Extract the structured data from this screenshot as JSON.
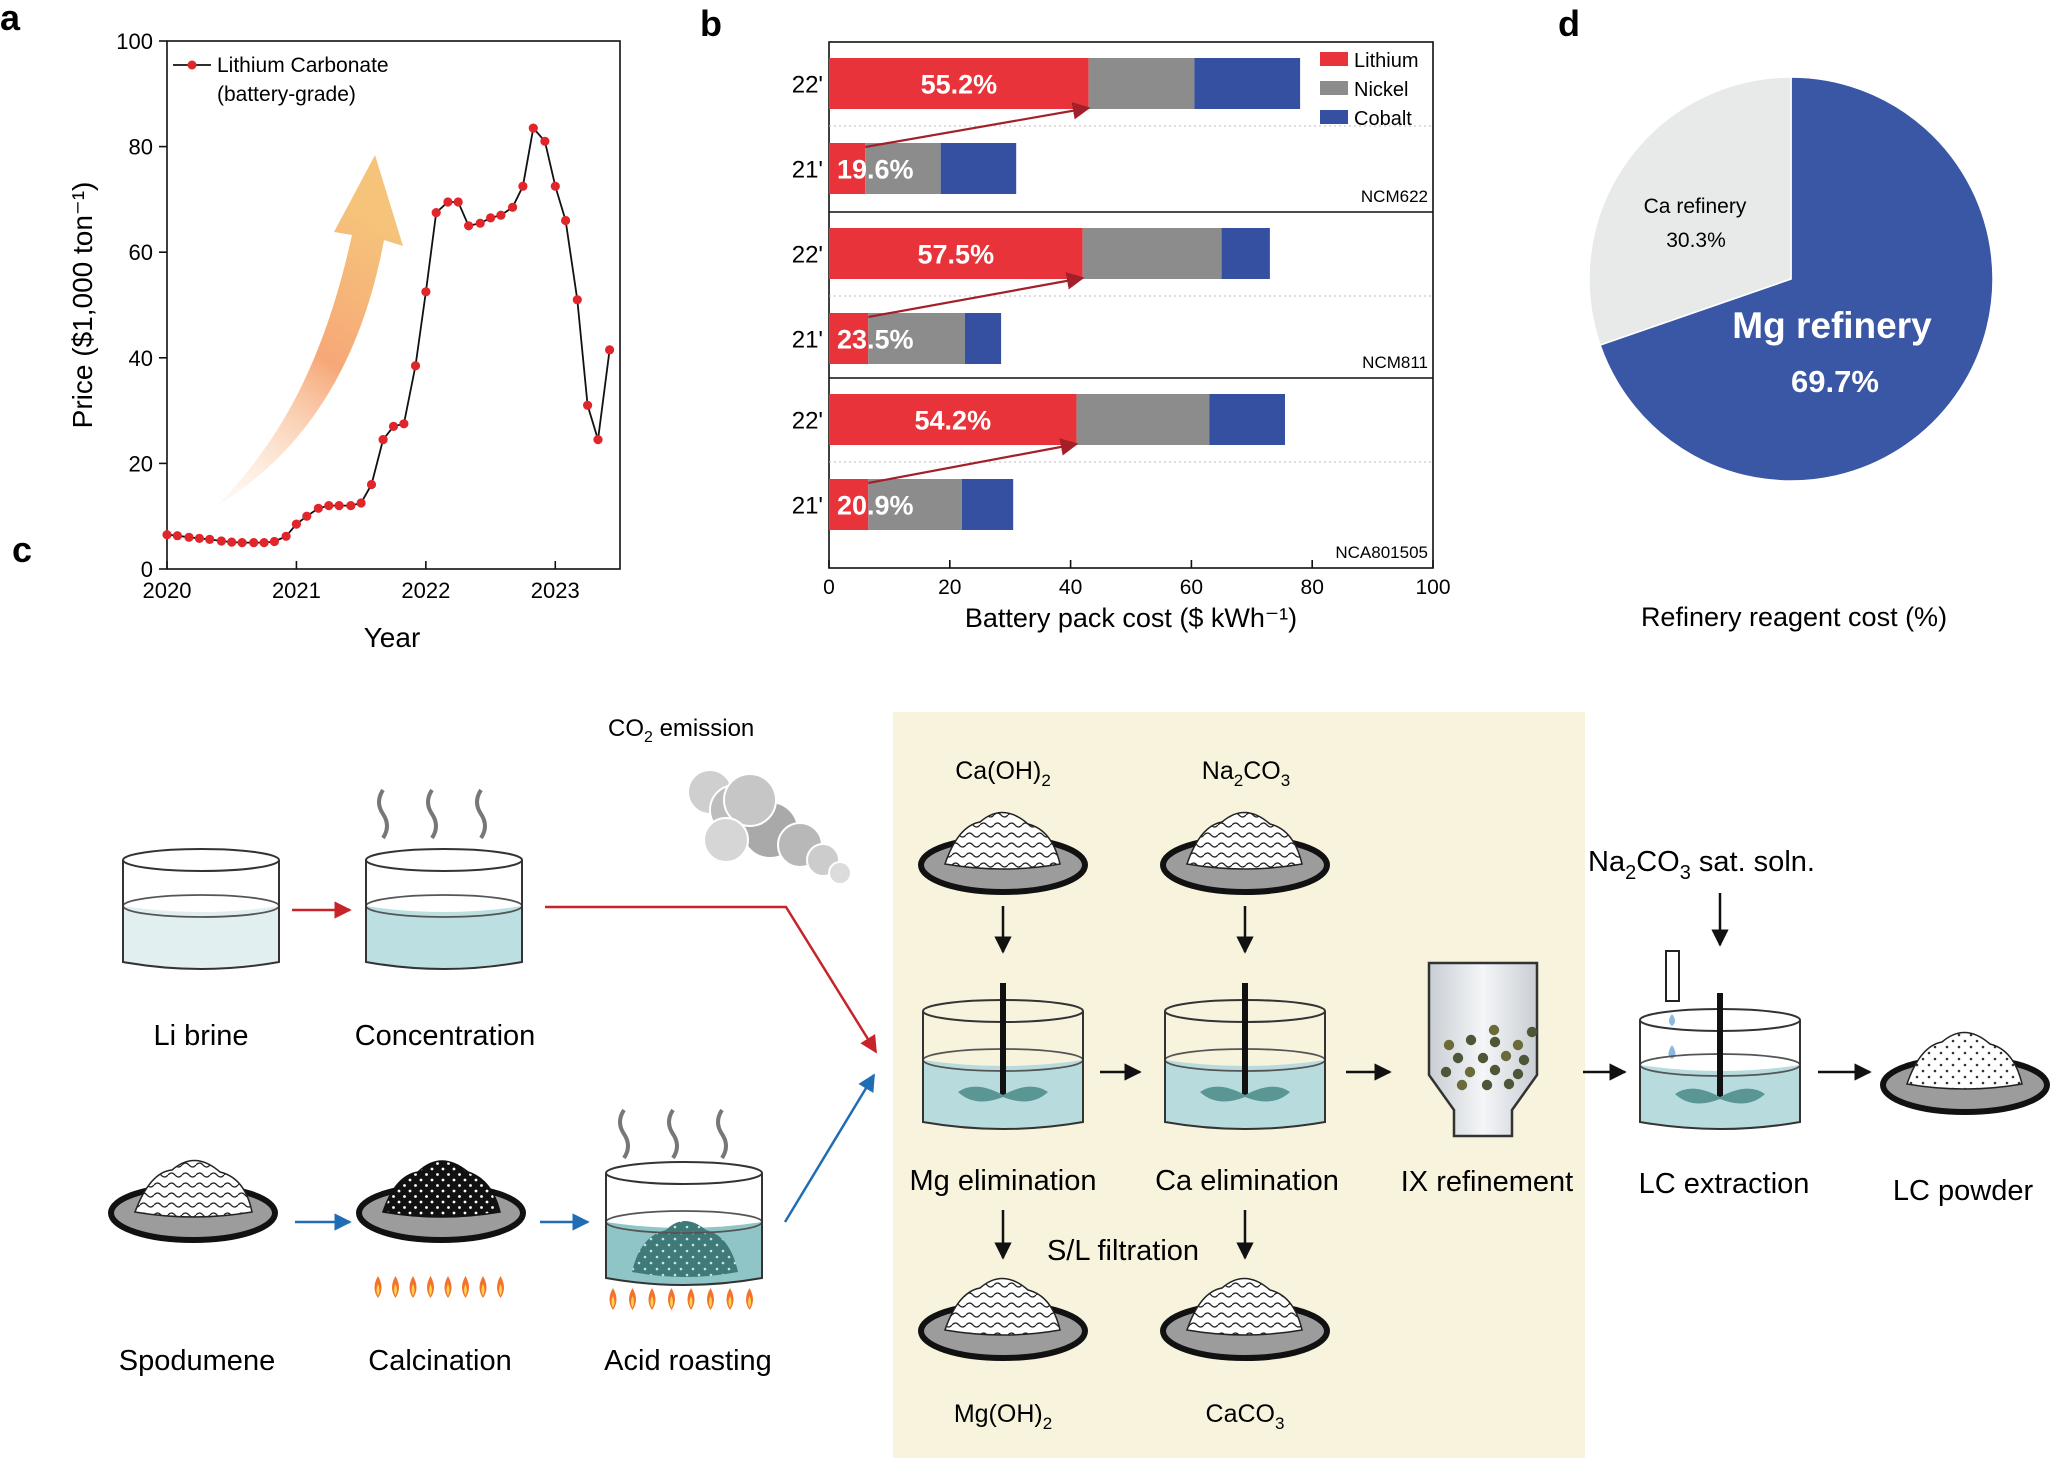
{
  "panel_labels": {
    "a": "a",
    "b": "b",
    "c": "c",
    "d": "d"
  },
  "colors": {
    "lithium": "#e8333a",
    "nickel": "#8c8c8c",
    "cobalt": "#3550a0",
    "mg_slice": "#3a57a6",
    "ca_slice": "#e8e9e9",
    "highlight_bg": "#f7f3dd",
    "red_arrow": "#c8232b",
    "blue_arrow": "#1f6db5",
    "price_line": "#111111",
    "price_marker": "#e0252b"
  },
  "chart_data": [
    {
      "type": "line",
      "panel": "a",
      "legend": [
        "Lithium Carbonate",
        "(battery-grade)"
      ],
      "xlabel": "Year",
      "ylabel": "Price ($1,000 ton⁻¹)",
      "xlim": [
        2020,
        2023.5
      ],
      "ylim": [
        0,
        100
      ],
      "xticks": [
        "2020",
        "2021",
        "2022",
        "2023"
      ],
      "yticks": [
        "0",
        "20",
        "40",
        "60",
        "80",
        "100"
      ],
      "series": [
        {
          "x": [
            2020.0,
            2020.08,
            2020.17,
            2020.25,
            2020.33,
            2020.42,
            2020.5,
            2020.58,
            2020.67,
            2020.75,
            2020.83,
            2020.92,
            2021.0,
            2021.08,
            2021.17,
            2021.25,
            2021.33,
            2021.42,
            2021.5,
            2021.58,
            2021.67,
            2021.75,
            2021.83,
            2021.92,
            2022.0,
            2022.08,
            2022.17,
            2022.25,
            2022.33,
            2022.42,
            2022.5,
            2022.58,
            2022.67,
            2022.75,
            2022.83,
            2022.92,
            2023.0,
            2023.08,
            2023.17,
            2023.25,
            2023.33,
            2023.42
          ],
          "y": [
            6.5,
            6.3,
            6.0,
            5.8,
            5.6,
            5.3,
            5.1,
            5.0,
            5.0,
            5.0,
            5.2,
            6.2,
            8.5,
            10.0,
            11.5,
            12.0,
            12.0,
            12.0,
            12.5,
            16.0,
            24.5,
            27.0,
            27.5,
            38.5,
            52.5,
            67.5,
            69.5,
            69.5,
            65.0,
            65.5,
            66.5,
            67.0,
            68.5,
            72.5,
            83.5,
            81.0,
            72.5,
            66.0,
            51.0,
            31.0,
            24.5,
            41.5
          ]
        }
      ]
    },
    {
      "type": "bar",
      "panel": "b",
      "stacked": true,
      "orientation": "horizontal",
      "xlabel": "Battery pack cost ($ kWh⁻¹)",
      "xlim": [
        0,
        100
      ],
      "xticks": [
        "0",
        "20",
        "40",
        "60",
        "80",
        "100"
      ],
      "legend": [
        "Lithium",
        "Nickel",
        "Cobalt"
      ],
      "groups": [
        {
          "name": "NCM622",
          "bars": [
            {
              "label": "22'",
              "pct_label": "55.2%",
              "values": [
                43.0,
                17.5,
                17.5
              ]
            },
            {
              "label": "21'",
              "pct_label": "19.6%",
              "values": [
                6.0,
                12.5,
                12.5
              ]
            }
          ]
        },
        {
          "name": "NCM811",
          "bars": [
            {
              "label": "22'",
              "pct_label": "57.5%",
              "values": [
                42.0,
                23.0,
                8.0
              ]
            },
            {
              "label": "21'",
              "pct_label": "23.5%",
              "values": [
                6.5,
                16.0,
                6.0
              ]
            }
          ]
        },
        {
          "name": "NCA801505",
          "bars": [
            {
              "label": "22'",
              "pct_label": "54.2%",
              "values": [
                41.0,
                22.0,
                12.5
              ]
            },
            {
              "label": "21'",
              "pct_label": "20.9%",
              "values": [
                6.5,
                15.5,
                8.5
              ]
            }
          ]
        }
      ]
    },
    {
      "type": "pie",
      "panel": "d",
      "xlabel": "Refinery reagent cost (%)",
      "slices": [
        {
          "name": "Mg refinery",
          "value": 69.7,
          "label": "69.7%"
        },
        {
          "name": "Ca refinery",
          "value": 30.3,
          "label": "30.3%"
        }
      ]
    }
  ],
  "diagram": {
    "co2_label": "CO",
    "co2_sub": "2",
    "co2_rest": " emission",
    "li_brine": "Li brine",
    "concentration": "Concentration",
    "spodumene": "Spodumene",
    "calcination": "Calcination",
    "acid_roasting": "Acid roasting",
    "caoh2": {
      "a": "Ca(OH)",
      "sub": "2"
    },
    "na2co3": {
      "a": "Na",
      "sub": "2",
      "b": "CO",
      "sub2": "3"
    },
    "mg_elimination": "Mg elimination",
    "ca_elimination": "Ca elimination",
    "sl_filtration": "S/L filtration",
    "mgoh2": {
      "a": "Mg(OH)",
      "sub": "2"
    },
    "caco3": {
      "a": "CaCO",
      "sub": "3"
    },
    "ix_refinement": "IX refinement",
    "na2co3_sat": {
      "a": "Na",
      "sub": "2",
      "b": "CO",
      "sub2": "3",
      "c": " sat. soln."
    },
    "lc_extraction": "LC extraction",
    "lc_powder": "LC powder"
  }
}
